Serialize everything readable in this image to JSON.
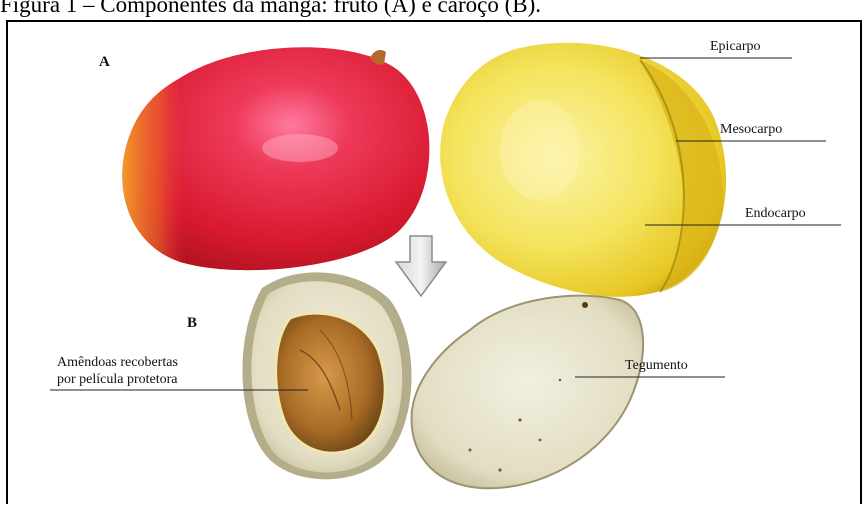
{
  "caption": "Figura 1 – Componentes da manga: fruto (A) e caroço (B).",
  "panels": {
    "a": "A",
    "b": "B"
  },
  "labels": {
    "epicarpo": "Epicarpo",
    "mesocarpo": "Mesocarpo",
    "endocarpo": "Endocarpo",
    "tegumento": "Tegumento",
    "amendoas_line1": "Amêndoas recobertas",
    "amendoas_line2": "por película protetora"
  },
  "colors": {
    "mango_red": "#e8283c",
    "mango_orange": "#f07a2a",
    "flesh_yellow": "#f3e35a",
    "seed_husk": "#e9e6d0",
    "kernel_brown": "#8a5a1e",
    "arrow_gray": "#b8b8b8"
  },
  "icons": [
    "down-arrow-icon"
  ]
}
